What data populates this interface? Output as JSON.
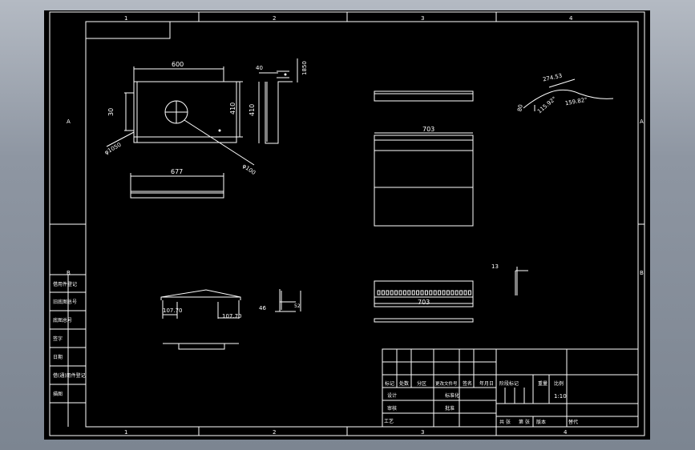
{
  "frame": {
    "zone_cols_top": [
      "1",
      "2",
      "3",
      "4"
    ],
    "zone_cols_bottom": [
      "1",
      "2",
      "3",
      "4"
    ],
    "zone_rows_left": [
      "A",
      "B"
    ],
    "zone_rows_right": [
      "A",
      "B"
    ]
  },
  "dimensions": {
    "d600": "600",
    "d30": "30",
    "d410_front": "410",
    "d_phi_1050": "φ1050",
    "d_phi_100": "φ100",
    "d677": "677",
    "d40": "40",
    "d1850": "1850",
    "d410_side": "410",
    "d703_top": "703",
    "d27453": "274.53",
    "d80": "80",
    "d11592": "115.92°",
    "d15982": "159.82°",
    "d10770_left": "107.70",
    "d10770_right": "107.70",
    "d46": "46",
    "d52": "52",
    "d703_bottom": "703",
    "d13": "13"
  },
  "title_block": {
    "label_handle": "标记",
    "label_count": "处数",
    "label_zone": "分区",
    "label_docno": "更改文件号",
    "label_sign": "签名",
    "label_date": "年月日",
    "label_design": "设计",
    "label_check": "审核",
    "label_process": "工艺",
    "label_std": "标准化",
    "label_approve": "批准",
    "label_stage": "阶段标记",
    "label_weight": "重量",
    "label_scale": "比例",
    "scale_value": "1:10",
    "label_total": "共 张",
    "label_sheet": "第 张",
    "label_ver": "版本",
    "label_replace": "替代"
  },
  "side_block": {
    "items": [
      "借用件登记",
      "旧底图总号",
      "底图总号",
      "签字",
      "日期",
      "借(通)用件登记",
      "描图"
    ]
  }
}
